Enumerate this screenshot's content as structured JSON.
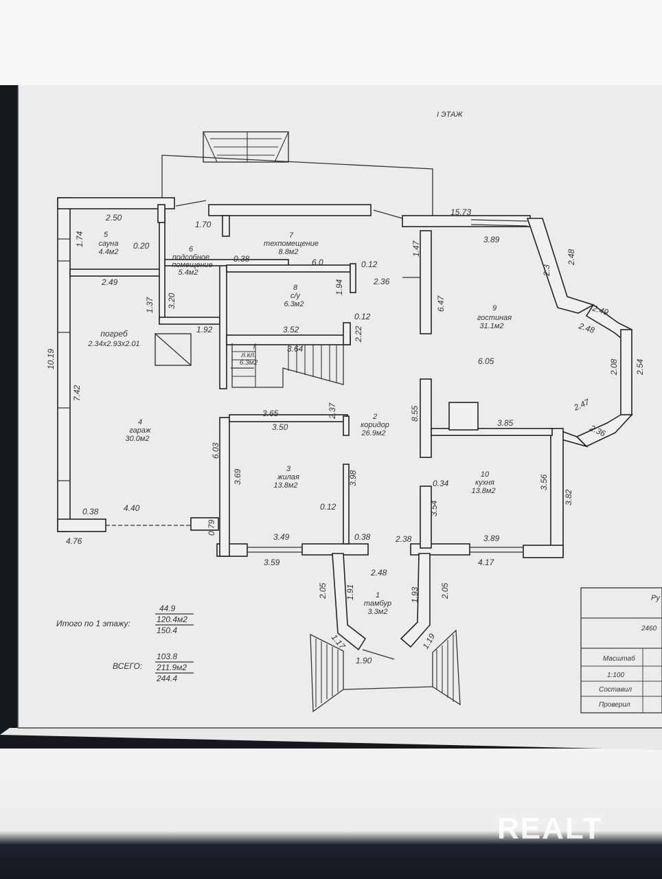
{
  "sheet": {
    "floor_title": "I ЭТАЖ",
    "overall_width": "15.73",
    "overall_depth": "10.19"
  },
  "rooms": {
    "r1": {
      "num": "1",
      "name": "тамбур",
      "area": "3.3м2"
    },
    "r2": {
      "num": "2",
      "name": "коридор",
      "area": "26.9м2"
    },
    "r3": {
      "num": "3",
      "name": "жилая",
      "area": "13.8м2"
    },
    "r4": {
      "num": "4",
      "name": "гараж",
      "area": "30.0м2"
    },
    "r5": {
      "num": "5",
      "name": "сауна",
      "area": "4.4м2"
    },
    "r6": {
      "num": "6",
      "name1": "подсобное",
      "name2": "помещение",
      "area": "5.4м2"
    },
    "r7": {
      "num": "7",
      "name": "техпомещение",
      "area": "8.8м2"
    },
    "r8": {
      "num": "8",
      "name": "с/у",
      "area": "6.3м2"
    },
    "r9": {
      "num": "9",
      "name": "гостиная",
      "area": "31.1м2"
    },
    "r10": {
      "num": "10",
      "name": "кухня",
      "area": "13.8м2"
    },
    "stair": {
      "num": "I",
      "name": "л.кл.",
      "area": "6.3м2"
    },
    "pogreb": {
      "name": "погреб",
      "size": "2.34х2.93х2.01"
    }
  },
  "dims": {
    "d250": "2.50",
    "d170": "1.70",
    "d1573": "15.73",
    "d174": "1.74",
    "d020": "0.20",
    "d038a": "0.38",
    "d60": "6.0",
    "d012a": "0.12",
    "d147": "1.47",
    "d389a": "3.89",
    "d23": "2.3",
    "d248a": "2.48",
    "d249a": "2.49",
    "d137": "1.37",
    "d320": "3.20",
    "d194": "1.94",
    "d236a": "2.36",
    "d647": "6.47",
    "d249b": "2.49",
    "d248b": "2.48",
    "d192": "1.92",
    "d352": "3.52",
    "d012b": "0.12",
    "d222": "2.22",
    "d364": "3.64",
    "d208": "2.08",
    "d254": "2.54",
    "d605": "6.05",
    "d742": "7.42",
    "d237": "2.37",
    "d855": "8.55",
    "d247": "2.47",
    "d236b": "2.36",
    "d365": "3.65",
    "d350": "3.50",
    "d385": "3.85",
    "d603": "6.03",
    "d369": "3.69",
    "d398": "3.98",
    "d034": "0.34",
    "d354": "3.54",
    "d356": "3.56",
    "d382": "3.82",
    "d038b": "0.38",
    "d440": "4.40",
    "d012c": "0.12",
    "d476": "4.76",
    "d079": "0.79",
    "d349": "3.49",
    "d038c": "0.38",
    "d238": "2.38",
    "d389b": "3.89",
    "d359": "3.59",
    "d248c": "2.48",
    "d417": "4.17",
    "d205a": "2.05",
    "d191": "1.91",
    "d193": "1.93",
    "d205b": "2.05",
    "d117": "1.17",
    "d119": "1.19",
    "d190": "1.90"
  },
  "totals": {
    "floor_label": "Итого по 1 этажу:",
    "floor_top": "44.9",
    "floor_mid": "120.4м2",
    "floor_bot": "150.4",
    "all_label": "ВСЕГО:",
    "all_top": "103.8",
    "all_mid": "211.9м2",
    "all_bot": "244.4"
  },
  "stamp": {
    "corner": "Ру",
    "code": "2460",
    "scale_label": "Масштаб",
    "scale_value": "1:100",
    "made_label": "Составил",
    "checked_label": "Проверил"
  },
  "watermark": "REALT"
}
